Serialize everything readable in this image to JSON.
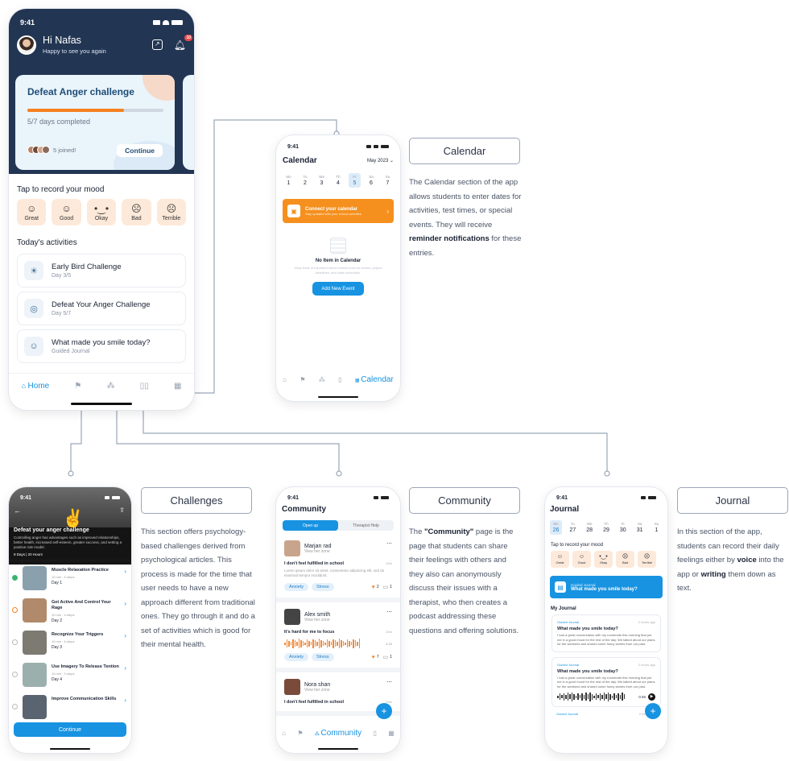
{
  "status_time": "9:41",
  "main": {
    "greeting": "Hi Nafas",
    "subtitle": "Happy to see you again",
    "badge": "10",
    "challenge_title": "Defeat Anger challenge",
    "challenge_progress_text": "5/7 days completed",
    "challenge_progress": 0.71,
    "joined": "5 joined!",
    "continue": "Continue",
    "mood_heading": "Tap to record your mood",
    "moods": [
      {
        "face": "☺",
        "label": "Great"
      },
      {
        "face": "☺",
        "label": "Good"
      },
      {
        "face": "•‿•",
        "label": "Okay"
      },
      {
        "face": "☹",
        "label": "Bad"
      },
      {
        "face": "☹",
        "label": "Terrible"
      }
    ],
    "activities_heading": "Today's activities",
    "activities": [
      {
        "title": "Early Bird Challenge",
        "sub": "Day 3/5",
        "icon": "☀"
      },
      {
        "title": "Defeat Your Anger Challenge",
        "sub": "Day 5/7",
        "icon": "◎"
      },
      {
        "title": "What made you smile today?",
        "sub": "Guided Journal",
        "icon": "☺"
      }
    ],
    "nav_home": "Home"
  },
  "calendar": {
    "title": "Calendar",
    "month": "May 2023",
    "days": [
      {
        "d": "Mo",
        "n": "1"
      },
      {
        "d": "Tu",
        "n": "2"
      },
      {
        "d": "We",
        "n": "3"
      },
      {
        "d": "Th",
        "n": "4"
      },
      {
        "d": "Fr",
        "n": "5"
      },
      {
        "d": "Sa",
        "n": "6"
      },
      {
        "d": "Su",
        "n": "7"
      }
    ],
    "connect_title": "Connect your calendar",
    "connect_sub": "Stay updated with your school activities",
    "empty_title": "No Item in Calendar",
    "empty_sub": "Keep track of important school events such as exams, project deadlines, and class schedules.",
    "add_button": "Add New Event",
    "nav_label": "Calendar"
  },
  "callouts": {
    "calendar": "Calendar",
    "challenges": "Challenges",
    "community": "Community",
    "journal": "Journal"
  },
  "descriptions": {
    "calendar_a": "The Calendar section of the app allows students to enter dates for activities, test times, or special events. They will receive ",
    "calendar_b": "reminder notifications",
    "calendar_c": " for these entries.",
    "challenges": "This section offers psychology-based challenges derived from psychological articles. This process is made for the time that user needs to have a new approach different from traditional ones. They go through it and do a set of activities which is good for their mental health.",
    "community_a": "The ",
    "community_b": "\"Community\"",
    "community_c": " page is the page that students can share their feelings with others and they also can anonymously discuss their issues with a therapist, who then creates a podcast addressing these questions and offering solutions.",
    "journal_a": "In this section of the app, students can record their daily feelings either by ",
    "journal_b": "voice",
    "journal_c": " into the app or ",
    "journal_d": "writing",
    "journal_e": " them down as text."
  },
  "challenge_screen": {
    "title": "Defeat your anger challenge",
    "text": "Controlling anger has advantages such as improved relationships, better health, increased self-esteem, greater success, and setting a positive role model.",
    "meta": "9 Days | 20 Hours",
    "steps": [
      {
        "title": "Muscle Relaxation Practice",
        "meta": "10 min · 5 steps",
        "day": "Day 1"
      },
      {
        "title": "Get Active And Control Your Rage",
        "meta": "10 min · 4 steps",
        "day": "Day 2"
      },
      {
        "title": "Recognize Your Triggers",
        "meta": "10 min · 6 steps",
        "day": "Day 3"
      },
      {
        "title": "Use Imagery To Release Tention",
        "meta": "10 min · 3 steps",
        "day": "Day 4"
      },
      {
        "title": "Improve Communication Skills",
        "meta": "",
        "day": ""
      }
    ],
    "continue": "Continue"
  },
  "community_screen": {
    "title": "Community",
    "tab_open": "Open up",
    "tab_therapist": "Therapist Help",
    "posts": [
      {
        "name": "Marjan rad",
        "zone": "View her zone",
        "time": "20m",
        "text": "I don't feel fulfilled in school",
        "body": "Lorem ipsum dolor sit amet, consectetur adipiscing elit, sed do eiusmod tempor incididunt.",
        "tags": [
          "Anxiety",
          "Stress"
        ],
        "likes": "2",
        "comments": "1"
      },
      {
        "name": "Alex smith",
        "zone": "View her zone",
        "time": "20m",
        "text": "It's hard for me to focus",
        "audio": "4:30",
        "tags": [
          "Anxiety",
          "Stress"
        ],
        "likes": "7",
        "comments": "1"
      },
      {
        "name": "Nora shan",
        "zone": "View her zone",
        "time": "20m",
        "text": "I don't feel fulfilled in school"
      }
    ],
    "nav_label": "Community"
  },
  "journal_screen": {
    "title": "Journal",
    "days": [
      {
        "d": "Mo",
        "n": "26"
      },
      {
        "d": "Tu",
        "n": "27"
      },
      {
        "d": "We",
        "n": "28"
      },
      {
        "d": "Th",
        "n": "29"
      },
      {
        "d": "Fr",
        "n": "30"
      },
      {
        "d": "Sa",
        "n": "31"
      },
      {
        "d": "Su",
        "n": "1"
      }
    ],
    "mood_heading": "Tap to record your mood",
    "moods": [
      "Great",
      "Good",
      "Okay",
      "Bad",
      "Terrible"
    ],
    "prompt_label": "Guided Journal",
    "prompt_title": "What made you smile today?",
    "my_journal": "My Journal",
    "entries": [
      {
        "tag": "Guided Journal",
        "time": "2 hours ago",
        "title": "What made you smile today?",
        "body": "I had a great conversation with my roommate this morning that put me in a good mood for the rest of the day. We talked about our plans for the weekend and shared some funny stories from our past."
      },
      {
        "tag": "Guided Journal",
        "time": "2 hours ago",
        "title": "What made you smile today?",
        "body": "I had a great conversation with my roommate this morning that put me in a good mood for the rest of the day. We talked about our plans for the weekend and shared some funny stories from our past.",
        "audio": "0:45"
      }
    ],
    "last_tag": "Guided Journal",
    "last_time": "2 hours ago"
  }
}
